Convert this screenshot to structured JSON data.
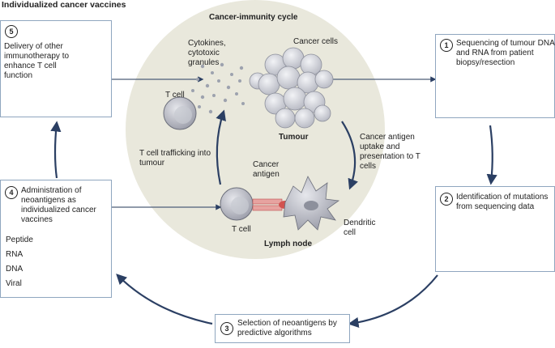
{
  "title": "Individualized cancer vaccines",
  "cycle_title": "Cancer-immunity cycle",
  "labels": {
    "cytokines": "Cytokines, cytotoxic granules",
    "cancer_cells": "Cancer cells",
    "t_cell_top": "T cell",
    "tumour": "Tumour",
    "antigen_uptake": "Cancer antigen uptake and presentation to T cells",
    "trafficking": "T cell trafficking into tumour",
    "cancer_antigen": "Cancer antigen",
    "t_cell_bottom": "T cell",
    "dendritic": "Dendritic cell",
    "lymph_node": "Lymph node"
  },
  "steps": [
    {
      "number": "1",
      "text": "Sequencing of tumour DNA and RNA from patient biopsy/resection"
    },
    {
      "number": "2",
      "text": "Identification of mutations from sequencing data"
    },
    {
      "number": "3",
      "text": "Selection of neoantigens by predictive algorithms"
    },
    {
      "number": "4",
      "text": "Administration of neoantigens as individualized cancer vaccines"
    },
    {
      "number": "5",
      "text": "Delivery of other immunotherapy to enhance T cell function"
    }
  ],
  "legend": [
    {
      "label": "Peptide",
      "icon": "peptide-chain-icon"
    },
    {
      "label": "RNA",
      "icon": "rna-strand-icon"
    },
    {
      "label": "DNA",
      "icon": "dna-helix-icon"
    },
    {
      "label": "Viral",
      "icon": "virus-icon"
    }
  ],
  "colors": {
    "cycle_fill": "#e9e8dc",
    "arrow": "#2b3f63",
    "box_border": "#8fa6bf",
    "cell_grey": "#a7a9b4",
    "antigen_red": "#d2524f"
  }
}
